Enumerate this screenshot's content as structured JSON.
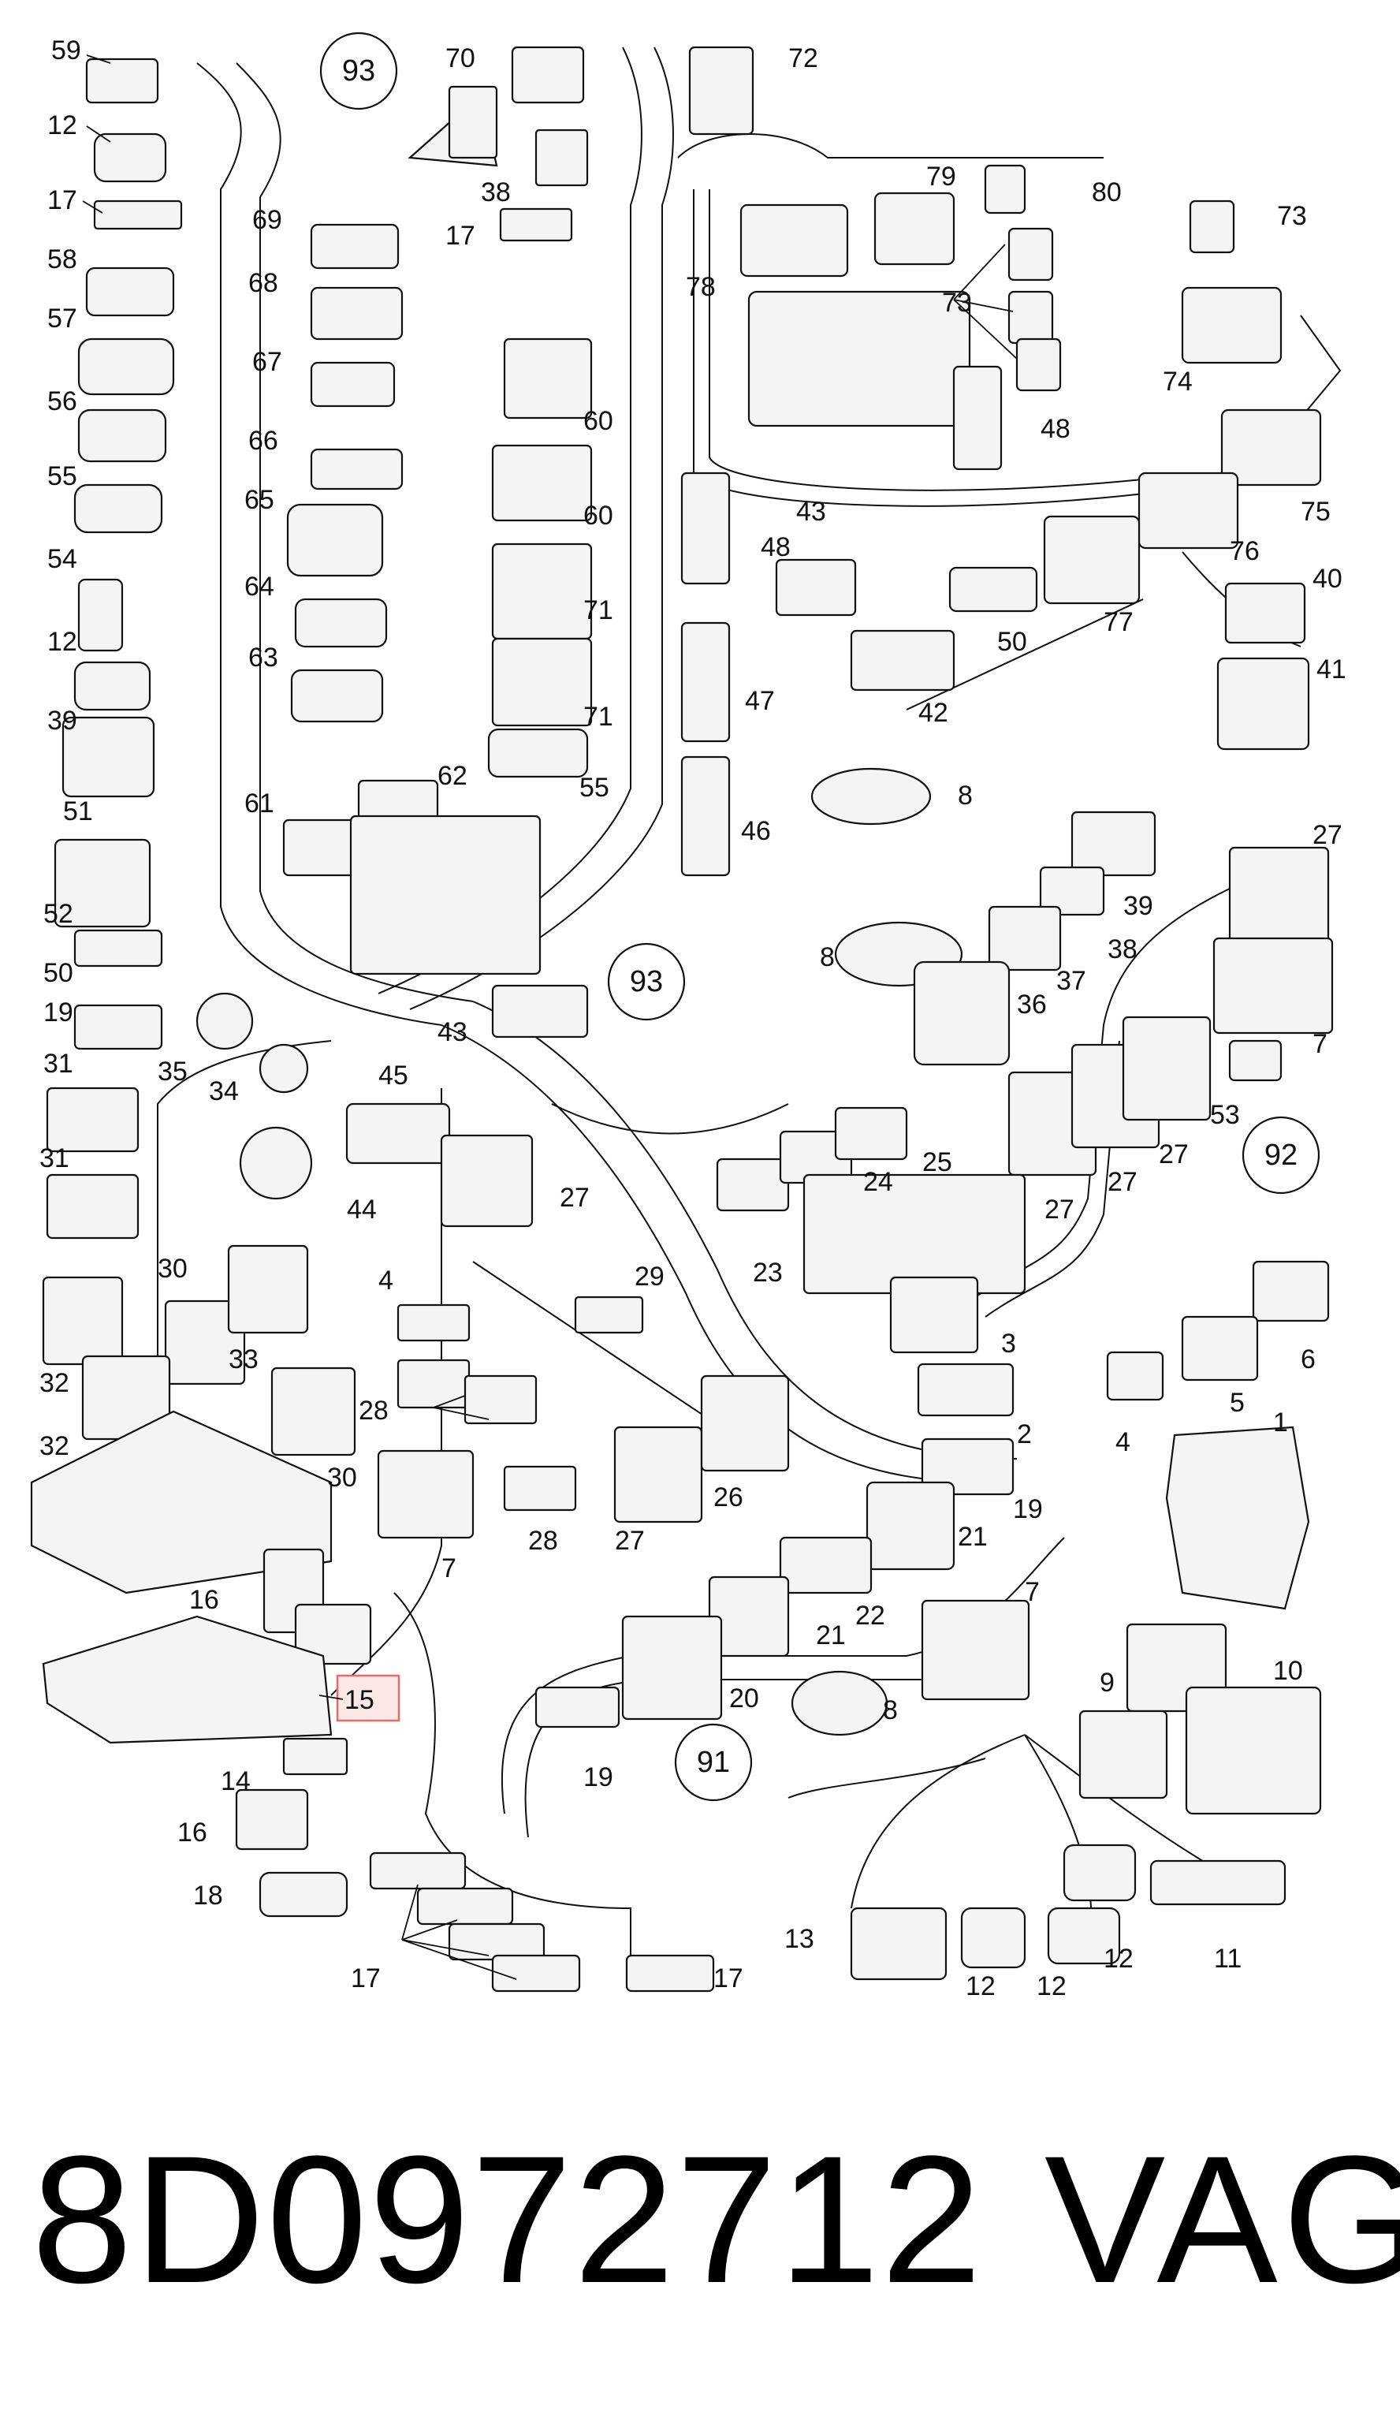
{
  "footer": {
    "part_number": "8D0972712",
    "brand": "VAG"
  },
  "diagram": {
    "highlight_color": "#e26b6b",
    "highlighted_label": "15",
    "callouts": [
      {
        "id": "c59",
        "text": "59"
      },
      {
        "id": "c12a",
        "text": "12"
      },
      {
        "id": "c17a",
        "text": "17"
      },
      {
        "id": "c58",
        "text": "58"
      },
      {
        "id": "c57",
        "text": "57"
      },
      {
        "id": "c56",
        "text": "56"
      },
      {
        "id": "c55a",
        "text": "55"
      },
      {
        "id": "c54",
        "text": "54"
      },
      {
        "id": "c12b",
        "text": "12"
      },
      {
        "id": "c39a",
        "text": "39"
      },
      {
        "id": "c51",
        "text": "51"
      },
      {
        "id": "c52",
        "text": "52"
      },
      {
        "id": "c50a",
        "text": "50"
      },
      {
        "id": "c19a",
        "text": "19"
      },
      {
        "id": "c35",
        "text": "35"
      },
      {
        "id": "c34",
        "text": "34"
      },
      {
        "id": "c31a",
        "text": "31"
      },
      {
        "id": "c31b",
        "text": "31"
      },
      {
        "id": "c44",
        "text": "44"
      },
      {
        "id": "c45",
        "text": "45"
      },
      {
        "id": "c27a",
        "text": "27"
      },
      {
        "id": "c30a",
        "text": "30"
      },
      {
        "id": "c33",
        "text": "33"
      },
      {
        "id": "c32a",
        "text": "32"
      },
      {
        "id": "c32b",
        "text": "32"
      },
      {
        "id": "c30b",
        "text": "30"
      },
      {
        "id": "c4a",
        "text": "4"
      },
      {
        "id": "c28a",
        "text": "28"
      },
      {
        "id": "c29",
        "text": "29"
      },
      {
        "id": "c28b",
        "text": "28"
      },
      {
        "id": "c7a",
        "text": "7"
      },
      {
        "id": "c27b",
        "text": "27"
      },
      {
        "id": "c26",
        "text": "26"
      },
      {
        "id": "c69",
        "text": "69"
      },
      {
        "id": "c68",
        "text": "68"
      },
      {
        "id": "c67",
        "text": "67"
      },
      {
        "id": "c66",
        "text": "66"
      },
      {
        "id": "c65",
        "text": "65"
      },
      {
        "id": "c64",
        "text": "64"
      },
      {
        "id": "c63",
        "text": "63"
      },
      {
        "id": "c62",
        "text": "62"
      },
      {
        "id": "c61",
        "text": "61"
      },
      {
        "id": "c70",
        "text": "70"
      },
      {
        "id": "c72",
        "text": "72"
      },
      {
        "id": "c38a",
        "text": "38"
      },
      {
        "id": "c17b",
        "text": "17"
      },
      {
        "id": "c60a",
        "text": "60"
      },
      {
        "id": "c60b",
        "text": "60"
      },
      {
        "id": "c71a",
        "text": "71"
      },
      {
        "id": "c71b",
        "text": "71"
      },
      {
        "id": "c55b",
        "text": "55"
      },
      {
        "id": "c43a",
        "text": "43"
      },
      {
        "id": "c79",
        "text": "79"
      },
      {
        "id": "c80",
        "text": "80"
      },
      {
        "id": "c78",
        "text": "78"
      },
      {
        "id": "c73a",
        "text": "73"
      },
      {
        "id": "c73b",
        "text": "73"
      },
      {
        "id": "c74",
        "text": "74"
      },
      {
        "id": "c48a",
        "text": "48"
      },
      {
        "id": "c75",
        "text": "75"
      },
      {
        "id": "c76",
        "text": "76"
      },
      {
        "id": "c77",
        "text": "77"
      },
      {
        "id": "c48b",
        "text": "48"
      },
      {
        "id": "c43b",
        "text": "43"
      },
      {
        "id": "c50b",
        "text": "50"
      },
      {
        "id": "c40",
        "text": "40"
      },
      {
        "id": "c47",
        "text": "47"
      },
      {
        "id": "c42",
        "text": "42"
      },
      {
        "id": "c41",
        "text": "41"
      },
      {
        "id": "c8a",
        "text": "8"
      },
      {
        "id": "c46",
        "text": "46"
      },
      {
        "id": "c27c",
        "text": "27"
      },
      {
        "id": "c39b",
        "text": "39"
      },
      {
        "id": "c38b",
        "text": "38"
      },
      {
        "id": "c8b",
        "text": "8"
      },
      {
        "id": "c37",
        "text": "37"
      },
      {
        "id": "c36",
        "text": "36"
      },
      {
        "id": "c7b",
        "text": "7"
      },
      {
        "id": "c53",
        "text": "53"
      },
      {
        "id": "c27d",
        "text": "27"
      },
      {
        "id": "c27e",
        "text": "27"
      },
      {
        "id": "c27f",
        "text": "27"
      },
      {
        "id": "c25",
        "text": "25"
      },
      {
        "id": "c24",
        "text": "24"
      },
      {
        "id": "c23",
        "text": "23"
      },
      {
        "id": "c3",
        "text": "3"
      },
      {
        "id": "c6",
        "text": "6"
      },
      {
        "id": "c5",
        "text": "5"
      },
      {
        "id": "c4b",
        "text": "4"
      },
      {
        "id": "c2",
        "text": "2"
      },
      {
        "id": "c1",
        "text": "1"
      },
      {
        "id": "c19b",
        "text": "19"
      },
      {
        "id": "c21a",
        "text": "21"
      },
      {
        "id": "c22",
        "text": "22"
      },
      {
        "id": "c21b",
        "text": "21"
      },
      {
        "id": "c7c",
        "text": "7"
      },
      {
        "id": "c10",
        "text": "10"
      },
      {
        "id": "c9",
        "text": "9"
      },
      {
        "id": "c20",
        "text": "20"
      },
      {
        "id": "c8c",
        "text": "8"
      },
      {
        "id": "c19c",
        "text": "19"
      },
      {
        "id": "c16a",
        "text": "16"
      },
      {
        "id": "c15",
        "text": "15"
      },
      {
        "id": "c14",
        "text": "14"
      },
      {
        "id": "c16b",
        "text": "16"
      },
      {
        "id": "c18",
        "text": "18"
      },
      {
        "id": "c17c",
        "text": "17"
      },
      {
        "id": "c17d",
        "text": "17"
      },
      {
        "id": "c13",
        "text": "13"
      },
      {
        "id": "c12c",
        "text": "12"
      },
      {
        "id": "c12d",
        "text": "12"
      },
      {
        "id": "c12e",
        "text": "12"
      },
      {
        "id": "c11",
        "text": "11"
      }
    ],
    "circles": [
      {
        "id": "r93a",
        "text": "93"
      },
      {
        "id": "r93b",
        "text": "93"
      },
      {
        "id": "r92",
        "text": "92"
      },
      {
        "id": "r91",
        "text": "91"
      }
    ]
  }
}
